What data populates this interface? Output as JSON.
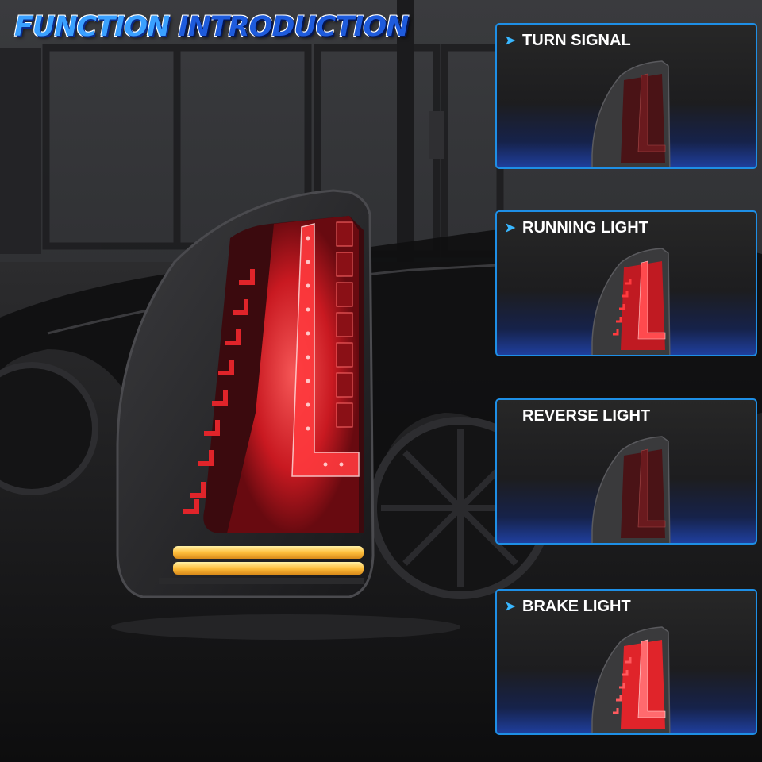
{
  "title": {
    "word1": "FUNCTION",
    "word2": "INTRODUCTION"
  },
  "panels": [
    {
      "label": "TURN SIGNAL",
      "mode": "turn-signal",
      "has_chevron": true
    },
    {
      "label": "RUNNING LIGHT",
      "mode": "running-light",
      "has_chevron": true
    },
    {
      "label": "REVERSE LIGHT",
      "mode": "reverse-light",
      "has_chevron": false
    },
    {
      "label": "BRAKE LIGHT",
      "mode": "brake-light",
      "has_chevron": true
    }
  ],
  "colors": {
    "title_blue_light": "#3aa0ff",
    "title_blue_dark": "#1e5bdc",
    "panel_border": "#1e8fe6",
    "chevron": "#39b7ff",
    "led_red": "#e0242a",
    "led_amber": "#ffb53a",
    "reverse_white": "#ffffff"
  },
  "icons": {
    "panel_marker": "chevron-right-icon"
  }
}
